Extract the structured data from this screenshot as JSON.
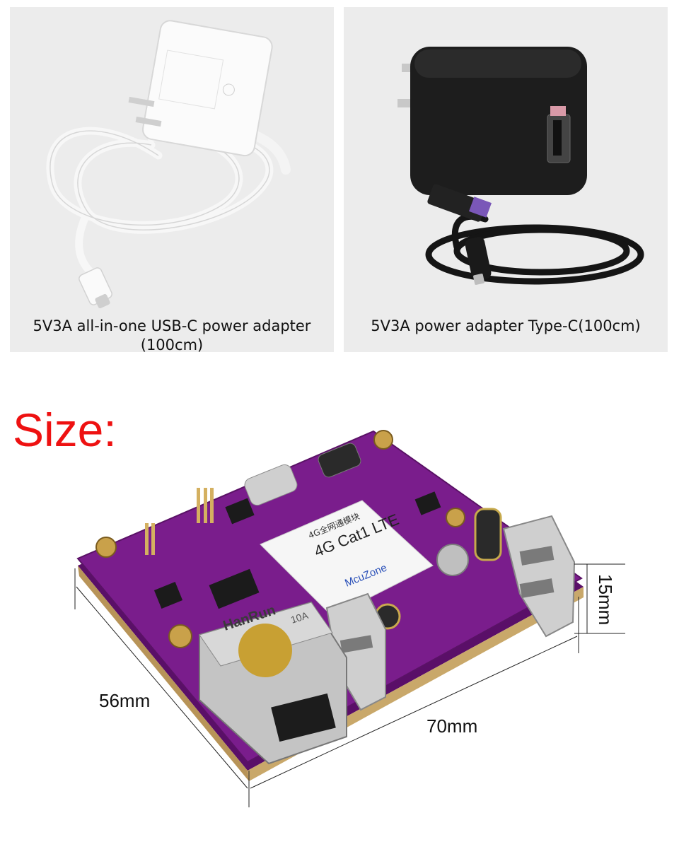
{
  "products": [
    {
      "caption": "5V3A all-in-one USB-C power adapter (100cm)",
      "image": "white-usb-c-adapter-with-cable"
    },
    {
      "caption": "5V3A power adapter Type-C(100cm)",
      "image": "black-usb-adapter-with-type-c-cable"
    }
  ],
  "size_section": {
    "title": "Size:",
    "dimensions": {
      "height": "15mm",
      "width": "56mm",
      "length": "70mm"
    },
    "board_labels": {
      "module_title": "4G Cat1 LTE",
      "module_subtitle": "4G全网通模块",
      "brand": "McuZone",
      "rj45_brand": "HanRun",
      "rj45_model": "10A"
    }
  },
  "colors": {
    "title_red": "#ee1111",
    "card_bg": "#ececec",
    "pcb_purple": "#7a1d8c"
  }
}
